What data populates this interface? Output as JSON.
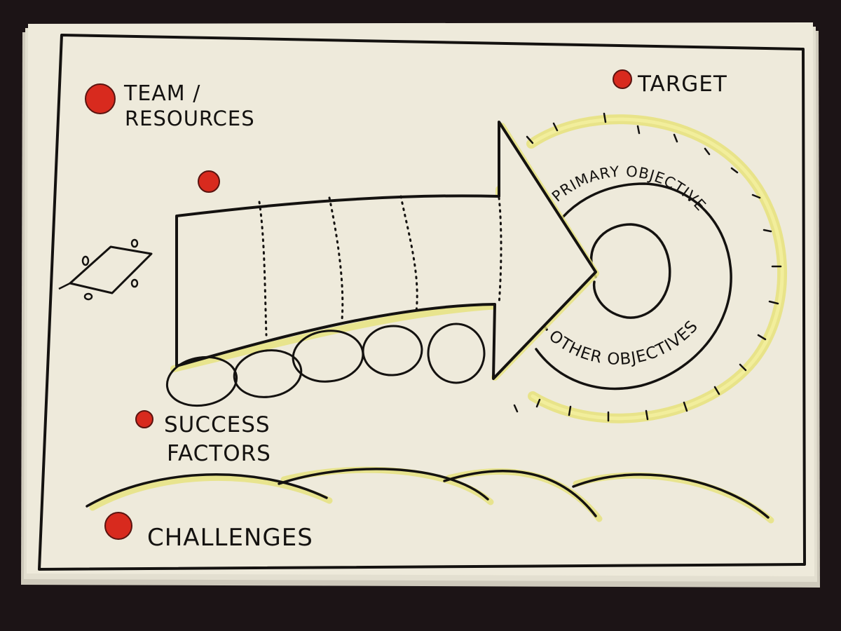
{
  "labels": {
    "team_line1": "TEAM /",
    "team_line2": "RESOURCES",
    "target": "TARGET",
    "primary_objective": "PRIMARY OBJECTIVE",
    "other_objectives": "OTHER OBJECTIVES",
    "success_line1": "SUCCESS",
    "success_line2": "FACTORS",
    "challenges": "CHALLENGES"
  },
  "colors": {
    "background": "#1c1416",
    "paper": "#eeeadb",
    "ink": "#141210",
    "dot_red": "#d82a1e",
    "highlight_yellow": "#e6e27a"
  }
}
